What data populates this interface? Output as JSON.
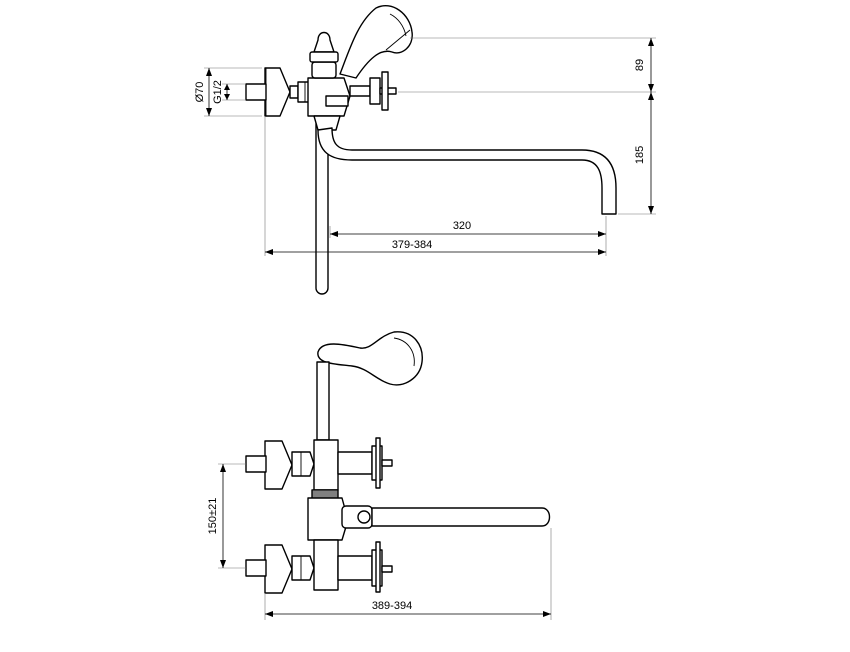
{
  "drawing": {
    "top_view": {
      "dimensions": {
        "handset_height": "89",
        "spout_drop": "185",
        "spout_reach": "320",
        "total_reach": "379-384",
        "flange_diameter": "Ø70",
        "thread": "G1/2"
      }
    },
    "front_view": {
      "dimensions": {
        "inlet_spacing": "150±21",
        "total_width": "389-394"
      }
    }
  }
}
